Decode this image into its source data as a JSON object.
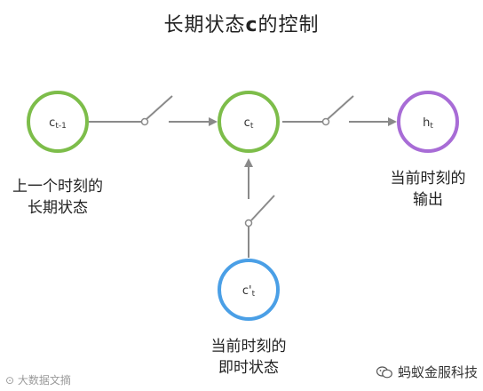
{
  "title": {
    "prefix": "长期状态",
    "symbol": "c",
    "suffix": "的控制"
  },
  "nodes": {
    "c_prev": {
      "base": "c",
      "sub": "t-1"
    },
    "c_t": {
      "base": "c",
      "sub": "t"
    },
    "h_t": {
      "base": "h",
      "sub": "t"
    },
    "c_cand": {
      "base": "c'",
      "sub": "t"
    }
  },
  "captions": {
    "c_prev_line1": "上一个时刻的",
    "c_prev_line2": "长期状态",
    "h_t_line1": "当前时刻的",
    "h_t_line2": "输出",
    "c_cand_line1": "当前时刻的",
    "c_cand_line2": "即时状态"
  },
  "colors": {
    "green": "#7dbd4a",
    "purple": "#a86cd6",
    "blue": "#4a9fe6",
    "arrow": "#8a8a8a"
  },
  "watermarks": {
    "left": "⊙ 大数据文摘",
    "right": "蚂蚁金服科技"
  }
}
